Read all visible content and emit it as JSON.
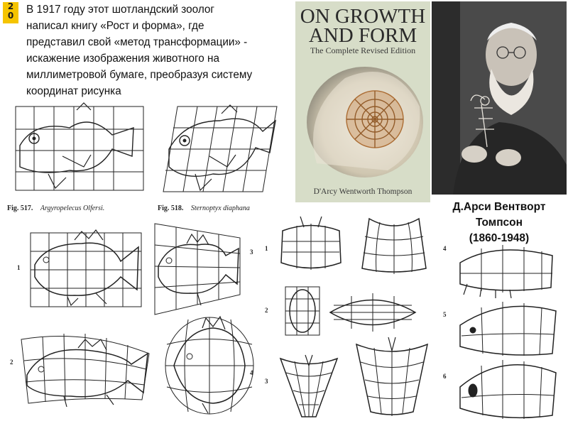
{
  "slide": {
    "badge": [
      "2",
      "0"
    ],
    "intro_lines": [
      "В 1917 году этот шотландский зоолог",
      "написал книгу «Рост и форма», где",
      "представил свой «метод трансформации» -",
      "искажение изображения животного на",
      "миллиметровой бумаге, преобразуя систему",
      "координат рисунка"
    ]
  },
  "book": {
    "title_line1": "ON GROWTH",
    "title_line2": "AND FORM",
    "subtitle": "The Complete Revised Edition",
    "author": "D'Arcy Wentworth Thompson",
    "colors": {
      "cover": "#d7ddc8",
      "shell": "#e8e0c8",
      "inner": "#b8743a"
    }
  },
  "portrait": {
    "caption_lines": [
      "Д.Арси Вентворт",
      "Томпсон",
      "(1860-1948)"
    ]
  },
  "figures": {
    "fig517": {
      "num": "Fig. 517.",
      "name": "Argyropelecus Olfersi."
    },
    "fig518": {
      "num": "Fig. 518.",
      "name": "Sternoptyx diaphana"
    },
    "labels": [
      "1",
      "2",
      "3",
      "4",
      "1",
      "2",
      "3",
      "4",
      "5",
      "6"
    ]
  }
}
